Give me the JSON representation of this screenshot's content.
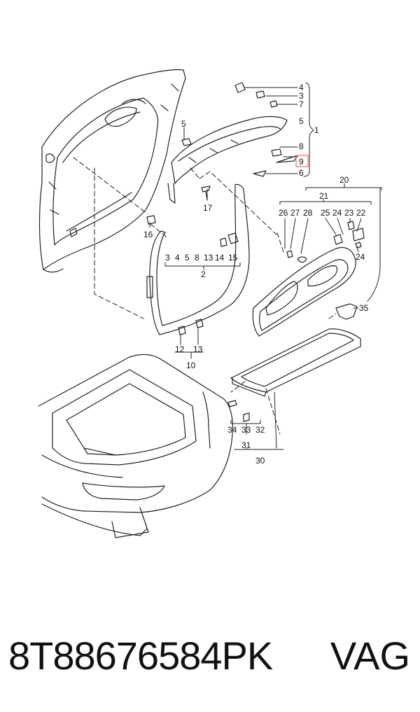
{
  "caption": {
    "part_number": "8T88676584PK",
    "brand": "VAG"
  },
  "highlight_color": "#f08080",
  "callouts": [
    {
      "id": "c4",
      "text": "4"
    },
    {
      "id": "c3a",
      "text": "3"
    },
    {
      "id": "c7",
      "text": "7"
    },
    {
      "id": "c5a",
      "text": "5"
    },
    {
      "id": "c1",
      "text": "1"
    },
    {
      "id": "c8a",
      "text": "8"
    },
    {
      "id": "c9",
      "text": "9",
      "highlight": true
    },
    {
      "id": "c6",
      "text": "6"
    },
    {
      "id": "c5b",
      "text": "5"
    },
    {
      "id": "c17",
      "text": "17"
    },
    {
      "id": "c16",
      "text": "16"
    },
    {
      "id": "c3b",
      "text": "3"
    },
    {
      "id": "c4b",
      "text": "4"
    },
    {
      "id": "c5c",
      "text": "5"
    },
    {
      "id": "c8b",
      "text": "8"
    },
    {
      "id": "c13a",
      "text": "13"
    },
    {
      "id": "c14",
      "text": "14"
    },
    {
      "id": "c15",
      "text": "15"
    },
    {
      "id": "c2",
      "text": "2"
    },
    {
      "id": "c12",
      "text": "12"
    },
    {
      "id": "c13b",
      "text": "13"
    },
    {
      "id": "c10",
      "text": "10"
    },
    {
      "id": "c20",
      "text": "20"
    },
    {
      "id": "c21",
      "text": "21"
    },
    {
      "id": "c26",
      "text": "26"
    },
    {
      "id": "c27",
      "text": "27"
    },
    {
      "id": "c28",
      "text": "28"
    },
    {
      "id": "c25",
      "text": "25"
    },
    {
      "id": "c24a",
      "text": "24"
    },
    {
      "id": "c23",
      "text": "23"
    },
    {
      "id": "c22",
      "text": "22"
    },
    {
      "id": "c24b",
      "text": "24"
    },
    {
      "id": "c35",
      "text": "35"
    },
    {
      "id": "c34",
      "text": "34"
    },
    {
      "id": "c33",
      "text": "33"
    },
    {
      "id": "c32",
      "text": "32"
    },
    {
      "id": "c31",
      "text": "31"
    },
    {
      "id": "c30",
      "text": "30"
    }
  ]
}
